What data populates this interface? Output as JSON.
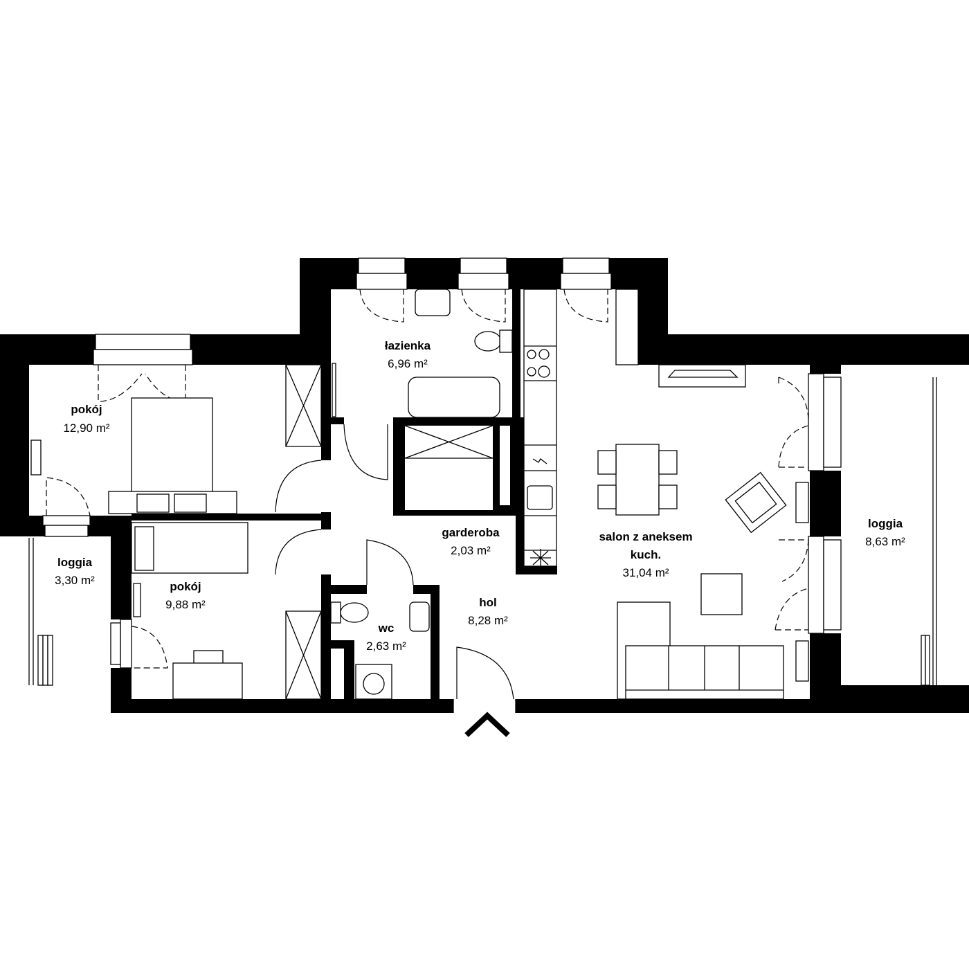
{
  "rooms": {
    "bedroom_large": {
      "name": "pokój",
      "area": "12,90 m²"
    },
    "loggia_small": {
      "name": "loggia",
      "area": "3,30 m²"
    },
    "bedroom_small": {
      "name": "pokój",
      "area": "9,88 m²"
    },
    "bathroom": {
      "name": "łazienka",
      "area": "6,96 m²"
    },
    "wardrobe": {
      "name": "garderoba",
      "area": "2,03 m²"
    },
    "hall": {
      "name": "hol",
      "area": "8,28 m²"
    },
    "wc": {
      "name": "wc",
      "area": "2,63 m²"
    },
    "living": {
      "name_line1": "salon z aneksem",
      "name_line2": "kuch.",
      "area": "31,04 m²"
    },
    "loggia_large": {
      "name": "loggia",
      "area": "8,63 m²"
    }
  },
  "entrance": {
    "icon": "entrance-chevron-icon"
  },
  "colors": {
    "wall": "#000000",
    "background": "#ffffff"
  }
}
